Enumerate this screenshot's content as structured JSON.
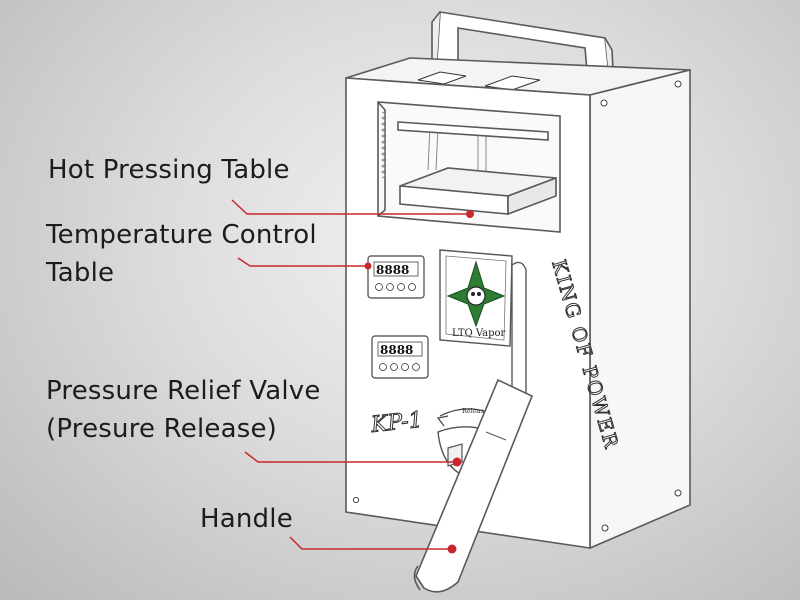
{
  "callouts": {
    "hot_pressing_table": {
      "text": "Hot Pressing Table"
    },
    "temperature_control_table": {
      "line1": "Temperature Control",
      "line2": "Table"
    },
    "pressure_relief_valve": {
      "line1": "Pressure Relief Valve",
      "line2": "(Presure Release)"
    },
    "handle": {
      "text": "Handle"
    }
  },
  "device": {
    "brand_badge": "LTQ Vapor",
    "side_text": "KING OF POWER",
    "model": "KP-1",
    "dial_label": "Release",
    "display_digits": "8888"
  },
  "colors": {
    "leader_line": "#c8282d",
    "device_outline": "#5a5a5a",
    "device_body": "#ffffff",
    "badge_green": "#2e7d32",
    "text": "#1c1c1c"
  }
}
